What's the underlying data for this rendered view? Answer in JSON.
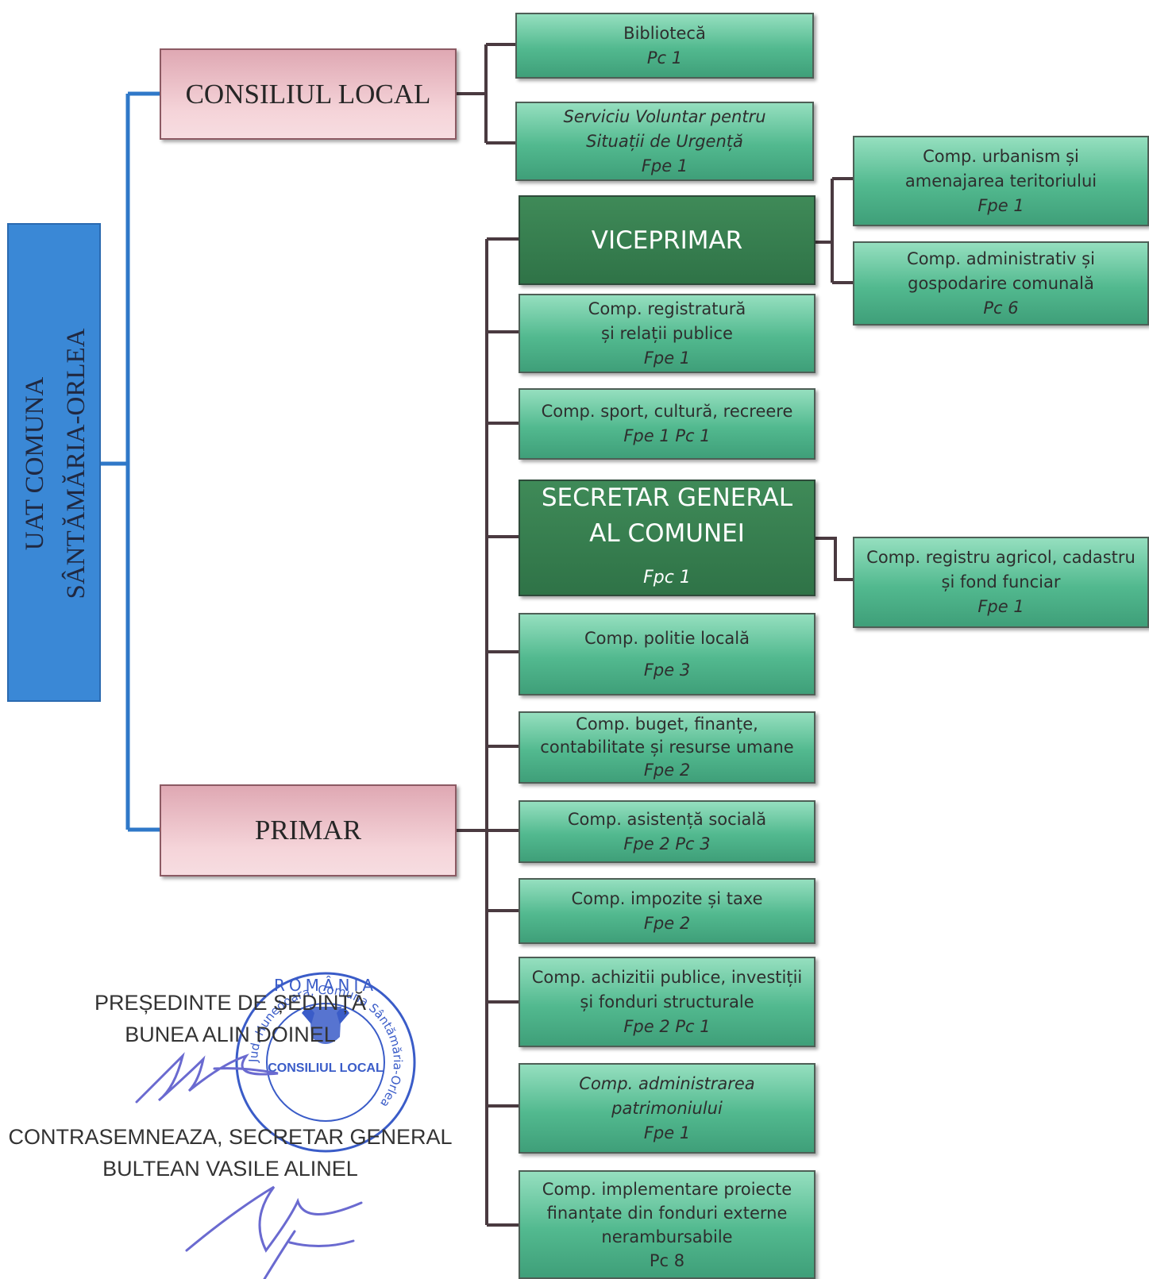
{
  "uat": {
    "line1": "UAT COMUNA",
    "line2": "SÂNTĂMĂRIA-ORLEA"
  },
  "consiliul_local": "CONSILIUL LOCAL",
  "primar": "PRIMAR",
  "consiliu_units": [
    {
      "name": "Bibliotecă",
      "posts": "Pc 1"
    },
    {
      "name_lines": [
        "Serviciu Voluntar pentru",
        "Situații de Urgență"
      ],
      "posts": "Fpe 1"
    }
  ],
  "viceprimar": "VICEPRIMAR",
  "viceprimar_units": [
    {
      "name_lines": [
        "Comp. urbanism și",
        "amenajarea teritoriului"
      ],
      "posts": "Fpe 1"
    },
    {
      "name_lines": [
        "Comp. administrativ și",
        "gospodarire comunală"
      ],
      "posts": "Pc 6"
    }
  ],
  "secretar": {
    "lines": [
      "SECRETAR GENERAL",
      "AL COMUNEI"
    ],
    "posts": "Fpc 1"
  },
  "secretar_units": [
    {
      "name_lines": [
        "Comp. registru agricol, cadastru",
        "și fond funciar"
      ],
      "posts": "Fpe 1"
    }
  ],
  "primar_units": [
    {
      "name_lines": [
        "Comp. registratură",
        "și relații publice"
      ],
      "posts": "Fpe 1"
    },
    {
      "name_lines": [
        "Comp. sport, cultură, recreere"
      ],
      "posts": "Fpe 1 Pc 1"
    },
    {
      "name_lines": [
        "Comp. politie locală"
      ],
      "posts": "Fpe 3"
    },
    {
      "name_lines": [
        "Comp. buget, finanțe,",
        "contabilitate și resurse umane"
      ],
      "posts": "Fpe 2"
    },
    {
      "name_lines": [
        "Comp. asistență socială"
      ],
      "posts": "Fpe 2 Pc 3"
    },
    {
      "name_lines": [
        "Comp. impozite și taxe"
      ],
      "posts": "Fpe 2"
    },
    {
      "name_lines": [
        "Comp. achizitii publice, investiții",
        "și fonduri structurale"
      ],
      "posts": "Fpe 2 Pc 1"
    },
    {
      "name_lines": [
        "Comp. administrarea",
        "patrimoniului"
      ],
      "posts": "Fpe 1"
    },
    {
      "name_lines": [
        "Comp. implementare proiecte",
        "finanțate din fonduri externe",
        "nerambursabile"
      ],
      "posts": "Pc 8"
    }
  ],
  "signatures": {
    "presedinte_title": "PREȘEDINTE DE ȘEDINȚĂ",
    "presedinte_name": "BUNEA ALIN DOINEL",
    "secretar_title": "CONTRASEMNEAZA, SECRETAR GENERAL",
    "secretar_name": "BULTEAN VASILE ALINEL"
  },
  "stamp": {
    "top_text": "ROMÂNIA",
    "center_text": "CONSILIUL LOCAL",
    "ring_text": "Jud. Hunedoara, Comuna Sântămăria-Orlea"
  },
  "colors": {
    "uat_blue": "#3a88d6",
    "connector_blue": "#2f78c8",
    "connector_dark": "#4a3a40",
    "box_green": "#5fc097",
    "box_dark_green": "#357c4e",
    "box_pink": "#f3cfd5",
    "stamp_blue": "#3a5cc8"
  }
}
